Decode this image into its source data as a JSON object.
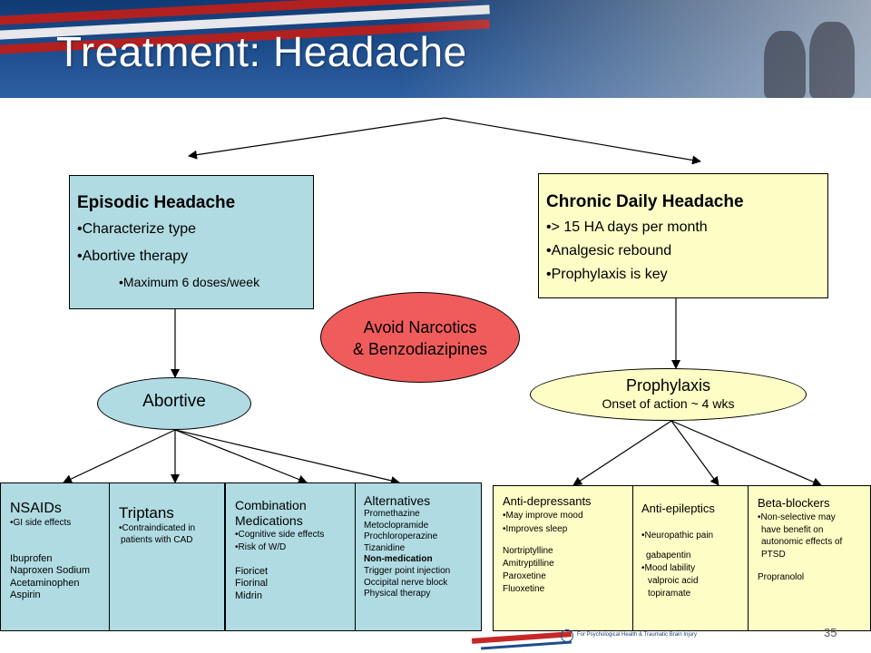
{
  "title": "Treatment: Headache",
  "episodic": {
    "heading": "Episodic Headache",
    "bullets": [
      "•Characterize type",
      "•Abortive therapy"
    ],
    "sub": "•Maximum 6 doses/week"
  },
  "chronic": {
    "heading": "Chronic Daily Headache",
    "bullets": [
      "•> 15 HA days per month",
      "•Analgesic rebound",
      "•Prophylaxis is key"
    ]
  },
  "avoid": {
    "line1": "Avoid Narcotics",
    "line2": "& Benzodiazipines"
  },
  "abortive": {
    "label": "Abortive"
  },
  "prophylaxis": {
    "label": "Prophylaxis",
    "sub": "Onset of action ~ 4 wks"
  },
  "nsaids": {
    "heading": "NSAIDs",
    "bullet": "•GI side effects",
    "drugs": [
      "Ibuprofen",
      "Naproxen Sodium",
      "Acetaminophen",
      "Aspirin"
    ]
  },
  "triptans": {
    "heading": "Triptans",
    "bullet1": "•Contraindicated in",
    "bullet2": "patients with CAD"
  },
  "combination": {
    "heading1": "Combination",
    "heading2": "Medications",
    "bullets": [
      "•Cognitive side effects",
      "•Risk of W/D"
    ],
    "drugs": [
      "Fioricet",
      "Fiorinal",
      "Midrin"
    ]
  },
  "alternatives": {
    "heading": "Alternatives",
    "items": [
      "Promethazine",
      "Metoclopramide",
      "Prochloroperazine",
      "Tizanidine"
    ],
    "nonmed": "Non-medication",
    "nonmed_items": [
      "Trigger point injection",
      "Occipital nerve block",
      "Physical therapy"
    ]
  },
  "antidepressants": {
    "heading": "Anti-depressants",
    "bullets": [
      "•May improve mood",
      "•Improves sleep"
    ],
    "drugs": [
      "Nortriptylline",
      "Amitryptilline",
      "Paroxetine",
      "Fluoxetine"
    ]
  },
  "antiepileptics": {
    "heading": "Anti-epileptics",
    "bullet1": "•Neuropathic pain",
    "drug1": "gabapentin",
    "bullet2": "•Mood lability",
    "drug2a": "valproic acid",
    "drug2b": "topiramate"
  },
  "betablockers": {
    "heading": "Beta-blockers",
    "bullet1": "•Non-selective may",
    "bullet2": "have benefit on",
    "bullet3": "autonomic effects of",
    "bullet4": "PTSD",
    "drug": "Propranolol"
  },
  "footer": {
    "org": "For Psychological Health & Traumatic Brain Injury",
    "page": "35"
  },
  "colors": {
    "teal": "#b0dbe2",
    "yellow": "#fdfdc6",
    "red": "#f05c5c",
    "navy": "#1f4f8e"
  }
}
